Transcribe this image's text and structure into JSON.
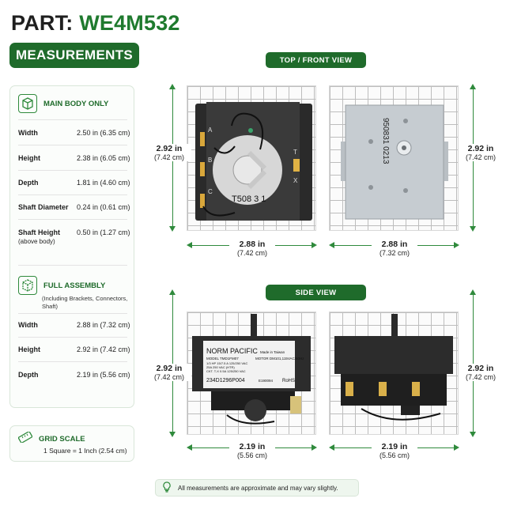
{
  "header": {
    "prefix": "PART:",
    "part_number": "WE4M532"
  },
  "measurements_pill": "MEASUREMENTS",
  "views": {
    "top_front": "TOP / FRONT VIEW",
    "side": "SIDE VIEW"
  },
  "main_body": {
    "title": "MAIN BODY ONLY",
    "icon": "cube-icon",
    "rows": [
      {
        "key": "Width",
        "value": "2.50 in (6.35 cm)"
      },
      {
        "key": "Height",
        "value": "2.38 in (6.05 cm)"
      },
      {
        "key": "Depth",
        "value": "1.81 in (4.60 cm)"
      },
      {
        "key": "Shaft Diameter",
        "value": "0.24 in (0.61 cm)"
      },
      {
        "key": "Shaft Height",
        "sub": "(above body)",
        "value": "0.50 in (1.27 cm)"
      }
    ]
  },
  "full_assembly": {
    "title": "FULL ASSEMBLY",
    "note": "(Including Brackets, Connectors, Shaft)",
    "icon": "assembly-cube-icon",
    "rows": [
      {
        "key": "Width",
        "value": "2.88 in (7.32 cm)"
      },
      {
        "key": "Height",
        "value": "2.92 in (7.42 cm)"
      },
      {
        "key": "Depth",
        "value": "2.19 in (5.56 cm)"
      }
    ]
  },
  "grid_scale": {
    "title": "GRID SCALE",
    "text": "1 Square = 1 Inch (2.54 cm)",
    "icon": "ruler-icon"
  },
  "dims": {
    "tf_left_h": {
      "big": "2.92 in",
      "small": "(7.42 cm)"
    },
    "tf_right_h": {
      "big": "2.92 in",
      "small": "(7.42 cm)"
    },
    "tf_left_w": {
      "big": "2.88 in",
      "small": "(7.42 cm)"
    },
    "tf_right_w": {
      "big": "2.88 in",
      "small": "(7.32 cm)"
    },
    "sv_left_h": {
      "big": "2.92 in",
      "small": "(7.42 cm)"
    },
    "sv_right_h": {
      "big": "2.92 in",
      "small": "(7.42 cm)"
    },
    "sv_left_w": {
      "big": "2.19 in",
      "small": "(5.56 cm)"
    },
    "sv_right_w": {
      "big": "2.19 in",
      "small": "(5.56 cm)"
    }
  },
  "photo_text": {
    "front_serial": "T508 3 1",
    "back_serial": "950831 0213",
    "terminal_a": "A",
    "terminal_b": "B",
    "terminal_c": "C",
    "terminal_t": "T",
    "terminal_x": "X",
    "label_brand": "NORM PACIFIC",
    "label_model": "MODEL TMD1FM07",
    "label_motor": "MOTOR DM101,115VAC/60Hz",
    "label_made": "Made in Taiwan",
    "label_part": "234D1296P004",
    "label_rohs": "RoHS",
    "label_ul": "E190094",
    "label_line1": "1/3 HP   15/7.5 A   125/250 VAC",
    "label_line2": "25A   250 VAC (HTR)",
    "label_line3": "CKT. T-X   0.5A   125/250 VAC"
  },
  "footer": {
    "text": "All measurements are approximate and may vary slightly.",
    "icon": "lightbulb-icon"
  }
}
